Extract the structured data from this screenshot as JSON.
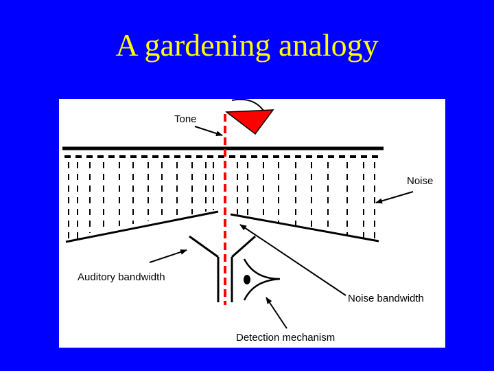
{
  "slide": {
    "title": "A gardening analogy"
  },
  "diagram": {
    "labels": {
      "tone": "Tone",
      "noise": "Noise",
      "auditory_bandwidth": "Auditory bandwidth",
      "noise_bandwidth": "Noise bandwidth",
      "detection_mechanism": "Detection mechanism"
    },
    "colors": {
      "background": "#0000ff",
      "title": "#ffff00",
      "panel": "#ffffff",
      "tone": "#ff0000",
      "ink": "#000000"
    }
  }
}
